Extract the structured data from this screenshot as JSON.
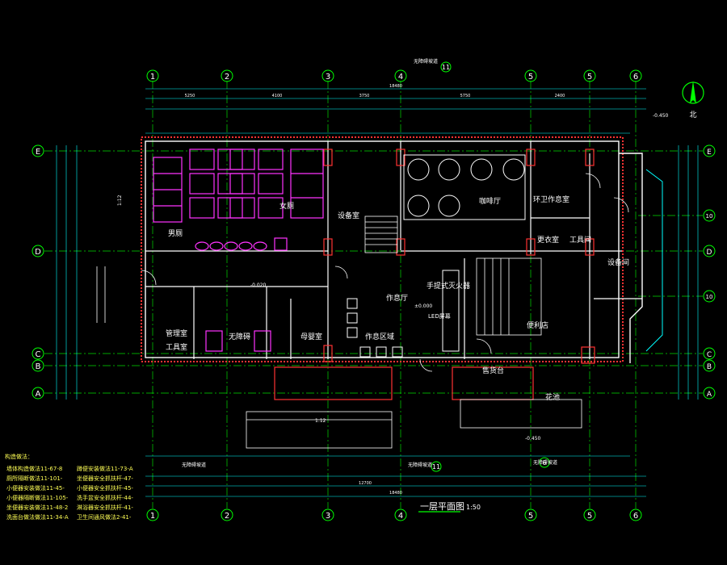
{
  "drawing": {
    "title": "一层平面图",
    "scale": "1:50",
    "north_label": "北",
    "colors": {
      "background": "#000000",
      "grid_lines": "#00ff00",
      "walls": "#ffffff",
      "fixtures": "#ff00ff",
      "dimensions": "#00ffff",
      "text": "#ffffff",
      "notes": "#ffff55",
      "red_accent": "#ff3333"
    }
  },
  "axes": {
    "top": [
      "1",
      "2",
      "3",
      "4",
      "5",
      "5",
      "6"
    ],
    "bottom": [
      "1",
      "2",
      "3",
      "4",
      "5",
      "5",
      "6"
    ],
    "left": [
      "E",
      "D",
      "C",
      "B",
      "A"
    ],
    "right": [
      "E",
      "10",
      "D",
      "10",
      "C",
      "B",
      "A"
    ],
    "top_extra": "11",
    "bottom_extra": [
      "11",
      "6"
    ]
  },
  "top_dims": {
    "row1": [
      "5250",
      "4100",
      "3750",
      "5750",
      "2400"
    ],
    "total": "18480"
  },
  "bottom_dims": {
    "total": "18480",
    "sub": "12700"
  },
  "rooms": [
    {
      "name": "男厕"
    },
    {
      "name": "女厕"
    },
    {
      "name": "设备室"
    },
    {
      "name": "咖啡厅"
    },
    {
      "name": "环卫作息室"
    },
    {
      "name": "更衣室"
    },
    {
      "name": "工具间"
    },
    {
      "name": "设备间"
    },
    {
      "name": "作息厅"
    },
    {
      "name": "作息区域"
    },
    {
      "name": "手提式灭火器"
    },
    {
      "name": "LED屏幕"
    },
    {
      "name": "管理室"
    },
    {
      "name": "工具室"
    },
    {
      "name": "无障碍"
    },
    {
      "name": "母婴室"
    },
    {
      "name": "便利店"
    },
    {
      "name": "售货台"
    },
    {
      "name": "花池"
    }
  ],
  "notes": {
    "heading": "构造做法：",
    "lines": [
      "墙体构造做法11-67-8",
      "厕所隔断做法11-101-",
      "小便器安装做法11-45-",
      "小便器隔断做法11-105-",
      "坐便器安装做法11-48-2",
      "洗面台做法做法11-34-A",
      "蹲便安装做法11-73-A",
      "坐便器安全抓扶杆-47-",
      "小便器安全抓扶杆-45-",
      "洗手盆安全抓扶杆-44-",
      "淋浴器安全抓扶杆-41-",
      "卫生间通风做法2-41-"
    ]
  },
  "annotations": {
    "entry": "无障碍坡道",
    "level_zero": "±0.000",
    "level_a": "-0.450",
    "level_b": "-0.020",
    "ramp_ratio": "1:12"
  }
}
